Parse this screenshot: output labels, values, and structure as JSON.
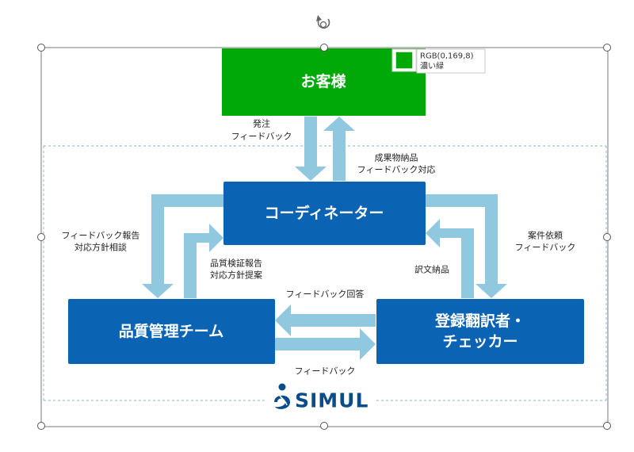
{
  "colors": {
    "customer_box": "#00a908",
    "node_box": "#0b63b3",
    "arrow": "#8fc8df",
    "logo": "#0a4c8c",
    "dash": "#9cc3d9"
  },
  "nodes": {
    "customer": "お客様",
    "coordinator": "コーディネーター",
    "qc_team": "品質管理チーム",
    "translator_line1": "登録翻訳者・",
    "translator_line2": "チェッカー"
  },
  "labels": {
    "order_line1": "発注",
    "order_line2": "フィードバック",
    "deliverable_line1": "成果物納品",
    "deliverable_line2": "フィードバック対応",
    "fb_report_line1": "フィードバック報告",
    "fb_report_line2": "対応方針相談",
    "qc_report_line1": "品質検証報告",
    "qc_report_line2": "対応方針提案",
    "request_line1": "案件依頼",
    "request_line2": "フィードバック",
    "translation_delivery": "訳文納品",
    "fb_reply": "フィードバック回答",
    "feedback": "フィードバック"
  },
  "color_tooltip": {
    "line1": "RGB(0,169,8)",
    "line2": "濃い緑",
    "swatch_color": "#00a908"
  },
  "logo": {
    "text": "SIMUL",
    "icon": "simul-logo-icon"
  }
}
